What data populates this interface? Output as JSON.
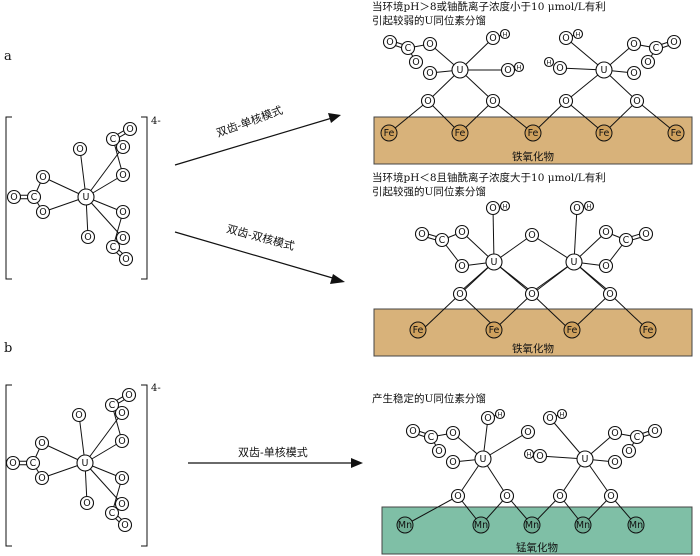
{
  "panel_a": {
    "label": "a",
    "note1_line1": "当环境pH＞8或铀酰离子浓度小于10 μmol/L有利",
    "note1_line2": "引起较弱的U同位素分馏",
    "note2_line1": "当环境pH＜8且铀酰离子浓度大于10 μmol/L有利",
    "note2_line2": "引起较强的U同位素分馏",
    "mode_mono": "双齿-单核模式",
    "mode_bi": "双齿-双核模式",
    "charge": "4-",
    "surface": "铁氧化物",
    "metal": "Fe"
  },
  "panel_b": {
    "label": "b",
    "note": "产生稳定的U同位素分馏",
    "mode_mono": "双齿-单核模式",
    "charge": "4-",
    "surface": "锰氧化物",
    "metal": "Mn"
  },
  "atoms": {
    "uranium": "U",
    "oxygen": "O",
    "carbon": "C",
    "hydrogen": "H"
  }
}
